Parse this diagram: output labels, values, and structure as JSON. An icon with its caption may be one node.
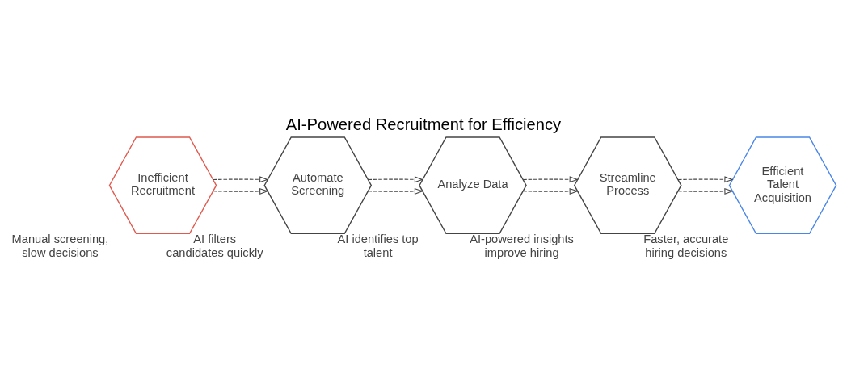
{
  "diagram": {
    "title": "AI-Powered Recruitment for Efficiency",
    "nodes": [
      {
        "text": [
          "Inefficient Recruitment"
        ],
        "beside": [
          "Manual screening, slow decisions"
        ]
      },
      {
        "text": [
          "Automate Screening"
        ],
        "beside": [
          "AI filters candidates quickly"
        ]
      },
      {
        "text": [
          "Analyze Data"
        ],
        "beside": [
          "AI identifies top talent"
        ]
      },
      {
        "text": [
          "Streamline Process"
        ],
        "beside": [
          "AI-powered insights improve hiring"
        ]
      },
      {
        "text": [
          "Efficient Talent Acquisition"
        ],
        "beside": [
          "Faster, accurate hiring decisions"
        ]
      }
    ],
    "edges": [
      {
        "from": 0,
        "to": 1,
        "arrow": "to",
        "style": "dashed"
      },
      {
        "from": 1,
        "to": 2,
        "arrow": "to",
        "style": "dashed"
      },
      {
        "from": 2,
        "to": 3,
        "arrow": "to",
        "style": "dashed"
      },
      {
        "from": 3,
        "to": 4,
        "arrow": "to",
        "style": "dashed"
      },
      {
        "from": 0,
        "to": 1,
        "arrow": "to",
        "style": "dashed"
      },
      {
        "from": 1,
        "to": 2,
        "arrow": "to",
        "style": "dashed"
      },
      {
        "from": 2,
        "to": 3,
        "arrow": "to",
        "style": "dashed"
      },
      {
        "from": 3,
        "to": 4,
        "arrow": "to",
        "style": "dashed"
      }
    ]
  }
}
